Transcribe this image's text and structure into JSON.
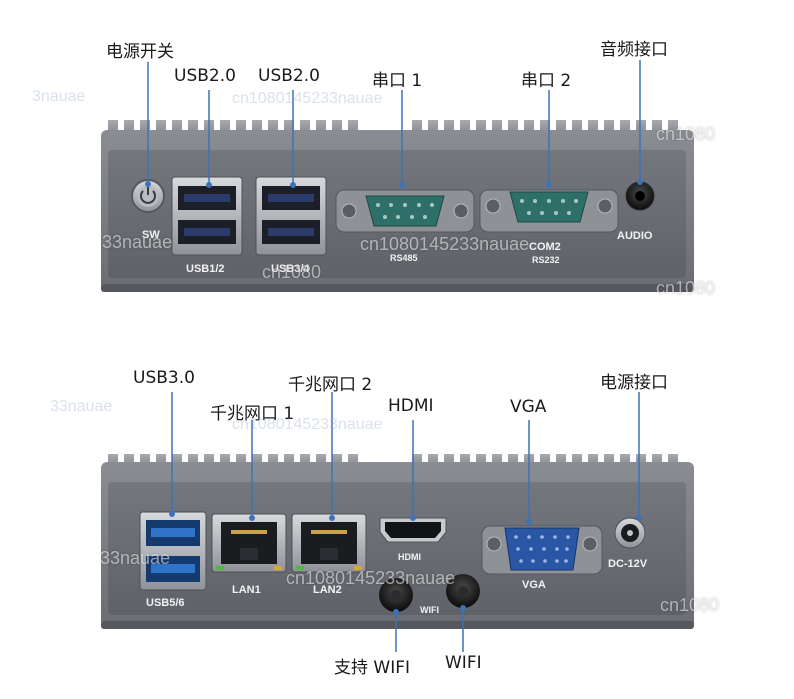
{
  "callouts": {
    "power_switch": "电源开关",
    "usb20_a": "USB2.0",
    "usb20_b": "USB2.0",
    "serial1": "串口 1",
    "serial2": "串口 2",
    "audio_port": "音频接口",
    "usb30": "USB3.0",
    "gigabit_lan2": "千兆网口 2",
    "gigabit_lan1": "千兆网口 1",
    "hdmi": "HDMI",
    "vga": "VGA",
    "power_jack": "电源接口",
    "wifi_support": "支持 WIFI",
    "wifi": "WIFI"
  },
  "silkscreen": {
    "sw": "SW",
    "usb12": "USB1/2",
    "usb34": "USB3/4",
    "rs485": "RS485",
    "com2": "COM2",
    "rs232": "RS232",
    "audio": "AUDIO",
    "usb56": "USB5/6",
    "lan1": "LAN1",
    "lan2": "LAN2",
    "hdmi": "HDMI",
    "vga": "VGA",
    "dc12v": "DC-12V",
    "wifi": "WIFI"
  },
  "watermarks": {
    "w1": "cn1080145233nauae",
    "w2": "cn1080145233nauae",
    "w3": "cn1080",
    "w4": "cn1080",
    "w5": "cn1080",
    "w6": "33nauae",
    "w7": "cn1080145233nauae",
    "w8": "cn1080145233nauae",
    "w9": "3nauae",
    "w10": "33nauae",
    "w11": "33nauae",
    "w12": "cn1080"
  },
  "colors": {
    "chassis": "#7d8086",
    "panel": "#6c6f75",
    "fin": "#9a9ca1",
    "usb2_blue": "#2b3b6b",
    "usb3_blue": "#2f74c8",
    "db9_teal": "#2f6f6a",
    "vga_blue": "#2a56a6",
    "leader": "#3d72b8"
  }
}
